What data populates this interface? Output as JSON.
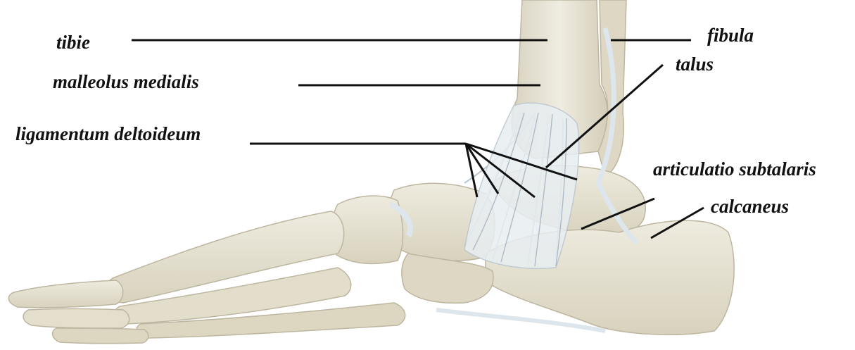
{
  "labels": {
    "tibie": "tibie",
    "malleolus_medialis": "malleolus medialis",
    "ligamentum_deltoideum": "ligamentum deltoideum",
    "fibula": "fibula",
    "talus": "talus",
    "articulatio_subtalaris": "articulatio subtalaris",
    "calcaneus": "calcaneus"
  },
  "colors": {
    "bone": "#e6e2d3",
    "bone_shadow": "#c9c3ae",
    "ligament": "#e8eef2",
    "ligament_stroke": "#b9c6cf",
    "leader_line": "#111111"
  }
}
